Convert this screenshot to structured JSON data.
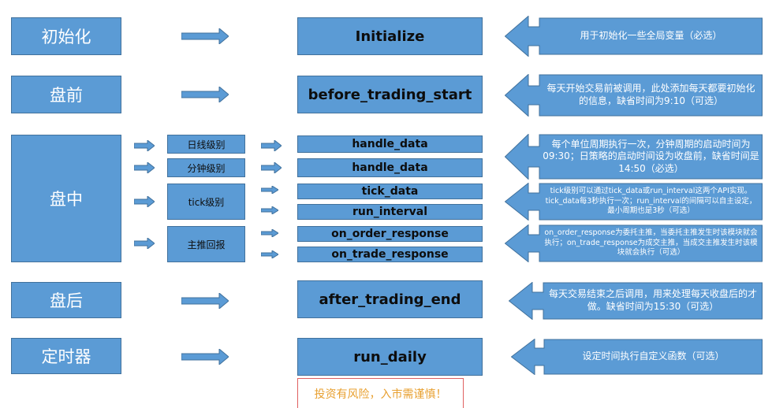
{
  "stages": [
    {
      "id": "init",
      "label": "初始化"
    },
    {
      "id": "before",
      "label": "盘前"
    },
    {
      "id": "during",
      "label": "盘中"
    },
    {
      "id": "after",
      "label": "盘后"
    },
    {
      "id": "timer",
      "label": "定时器"
    }
  ],
  "levels": [
    {
      "label": "日线级别"
    },
    {
      "label": "分钟级别"
    },
    {
      "label": "tick级别"
    },
    {
      "label": "主推回报"
    }
  ],
  "functions": [
    {
      "label": "Initialize"
    },
    {
      "label": "before_trading_start"
    },
    {
      "label": "handle_data"
    },
    {
      "label": "handle_data"
    },
    {
      "label": "tick_data"
    },
    {
      "label": "run_interval"
    },
    {
      "label": "on_order_response"
    },
    {
      "label": "on_trade_response"
    },
    {
      "label": "after_trading_end"
    },
    {
      "label": "run_daily"
    }
  ],
  "descriptions": [
    {
      "text": "用于初始化一些全局变量（必选）"
    },
    {
      "text": "每天开始交易前被调用，此处添加每天都要初始化的信息，缺省时间为9:10（可选）"
    },
    {
      "text": "每个单位周期执行一次，分钟周期的启动时间为09:30；日策略的启动时间设为收盘前，缺省时间是14:50（必选）"
    },
    {
      "text": "tick级别可以通过tick_data或run_interval这两个API实现。tick_data每3秒执行一次；run_interval的间隔可以自主设定，最小周期也是3秒（可选）"
    },
    {
      "text": "on_order_response为委托主推，当委托主推发生时该模块就会执行；on_trade_response为成交主推，当成交主推发生时该模块就会执行（可选）"
    },
    {
      "text": "每天交易结束之后调用，用来处理每天收盘后的才做。缺省时间为15:30（可选）"
    },
    {
      "text": "设定时间执行自定义函数（可选）"
    }
  ],
  "disclaimer": "投资有风险，入市需谨慎！",
  "colors": {
    "box_fill": "#5b9bd5",
    "box_border": "#41719c",
    "disclaimer_text": "#e8a030",
    "disclaimer_border": "#e06060"
  }
}
